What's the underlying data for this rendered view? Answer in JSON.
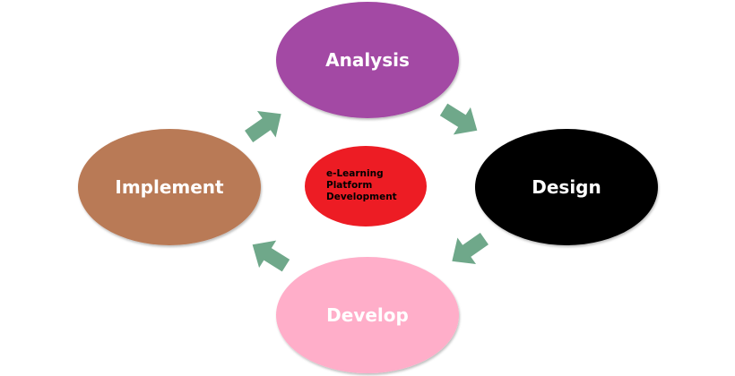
{
  "diagram": {
    "hub": {
      "lines": [
        "e-Learning",
        "Platform",
        "Development"
      ],
      "color": "#ed1c24"
    },
    "stages": [
      {
        "id": "analysis",
        "label": "Analysis",
        "color": "#a349a4"
      },
      {
        "id": "design",
        "label": "Design",
        "color": "#000000"
      },
      {
        "id": "develop",
        "label": "Develop",
        "color": "#ffaec9"
      },
      {
        "id": "implement",
        "label": "Implement",
        "color": "#b97a57"
      }
    ],
    "arrow_color": "#6fa88a",
    "flow": "clockwise"
  }
}
